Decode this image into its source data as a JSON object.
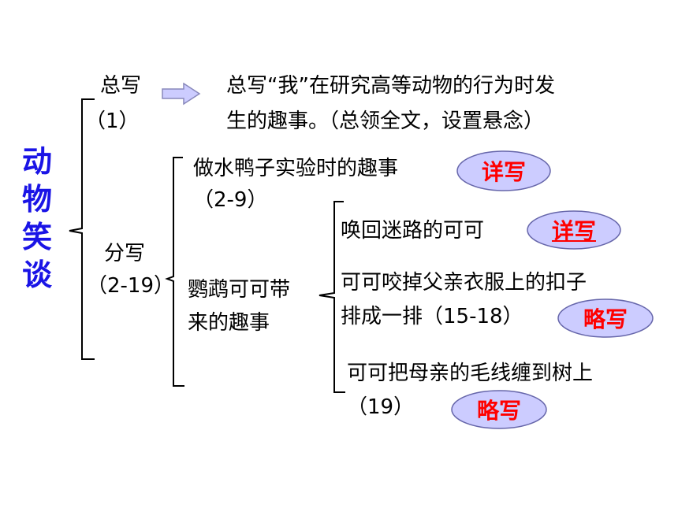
{
  "colors": {
    "title": "#1a14e6",
    "badge_text": "#ff0000",
    "badge_fill": "#ccccff",
    "badge_stroke": "#6666aa",
    "arrow_fill": "#ccccff",
    "arrow_stroke": "#8888bb"
  },
  "title": [
    "动",
    "物",
    "笑",
    "谈"
  ],
  "general": {
    "label": "总写",
    "para": "（1）",
    "desc_line1": "总写“我”在研究高等动物的行为时发",
    "desc_line2": "生的趣事。（总领全文，设置悬念）"
  },
  "detail": {
    "label": "分写",
    "para": "（2-19）",
    "duck": {
      "text": "做水鸭子实验时的趣事",
      "para": "（2-9）",
      "badge": "详写"
    },
    "parrot": {
      "line1": "鹦鹉可可带",
      "line2": "来的趣事",
      "items": [
        {
          "line1": "唤回迷路的可可",
          "badge": "详写"
        },
        {
          "line1": "可可咬掉父亲衣服上的扣子",
          "line2": "排成一排（15-18）",
          "badge": "略写"
        },
        {
          "line1": "可可把母亲的毛线缠到树上",
          "line2": "（19）",
          "badge": "略写"
        }
      ]
    }
  }
}
